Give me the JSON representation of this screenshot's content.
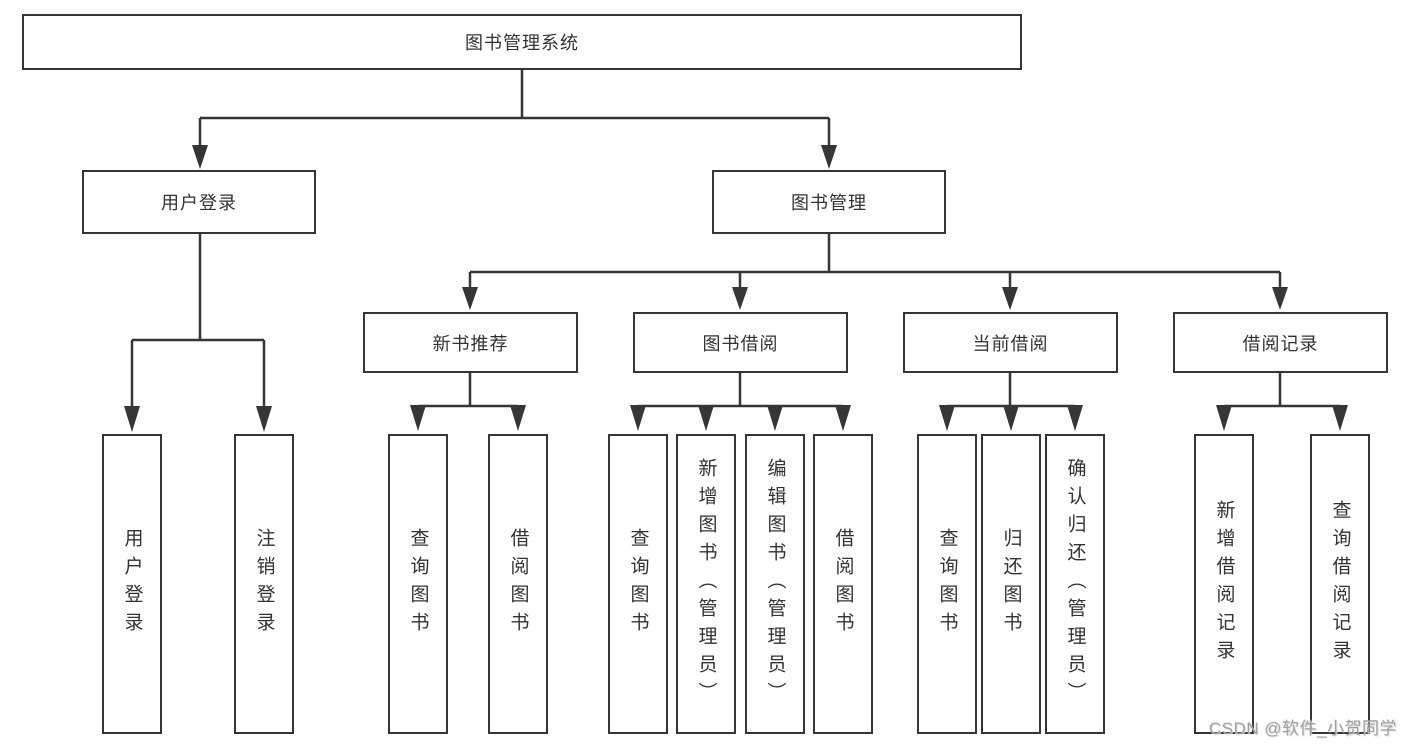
{
  "diagram": {
    "title": "图书管理系统",
    "branches": [
      {
        "label": "用户登录",
        "children": [
          "用户登录",
          "注销登录"
        ]
      },
      {
        "label": "图书管理",
        "children": [
          {
            "label": "新书推荐",
            "children": [
              "查询图书",
              "借阅图书"
            ]
          },
          {
            "label": "图书借阅",
            "children": [
              "查询图书",
              "新增图书（管理员）",
              "编辑图书（管理员）",
              "借阅图书"
            ]
          },
          {
            "label": "当前借阅",
            "children": [
              "查询图书",
              "归还图书",
              "确认归还（管理员）"
            ]
          },
          {
            "label": "借阅记录",
            "children": [
              "新增借阅记录",
              "查询借阅记录"
            ]
          }
        ]
      }
    ]
  },
  "colors": {
    "line": "#363636",
    "text": "#333333",
    "background": "#ffffff"
  },
  "watermark": {
    "text": "CSDN @软件_小贺同学"
  }
}
